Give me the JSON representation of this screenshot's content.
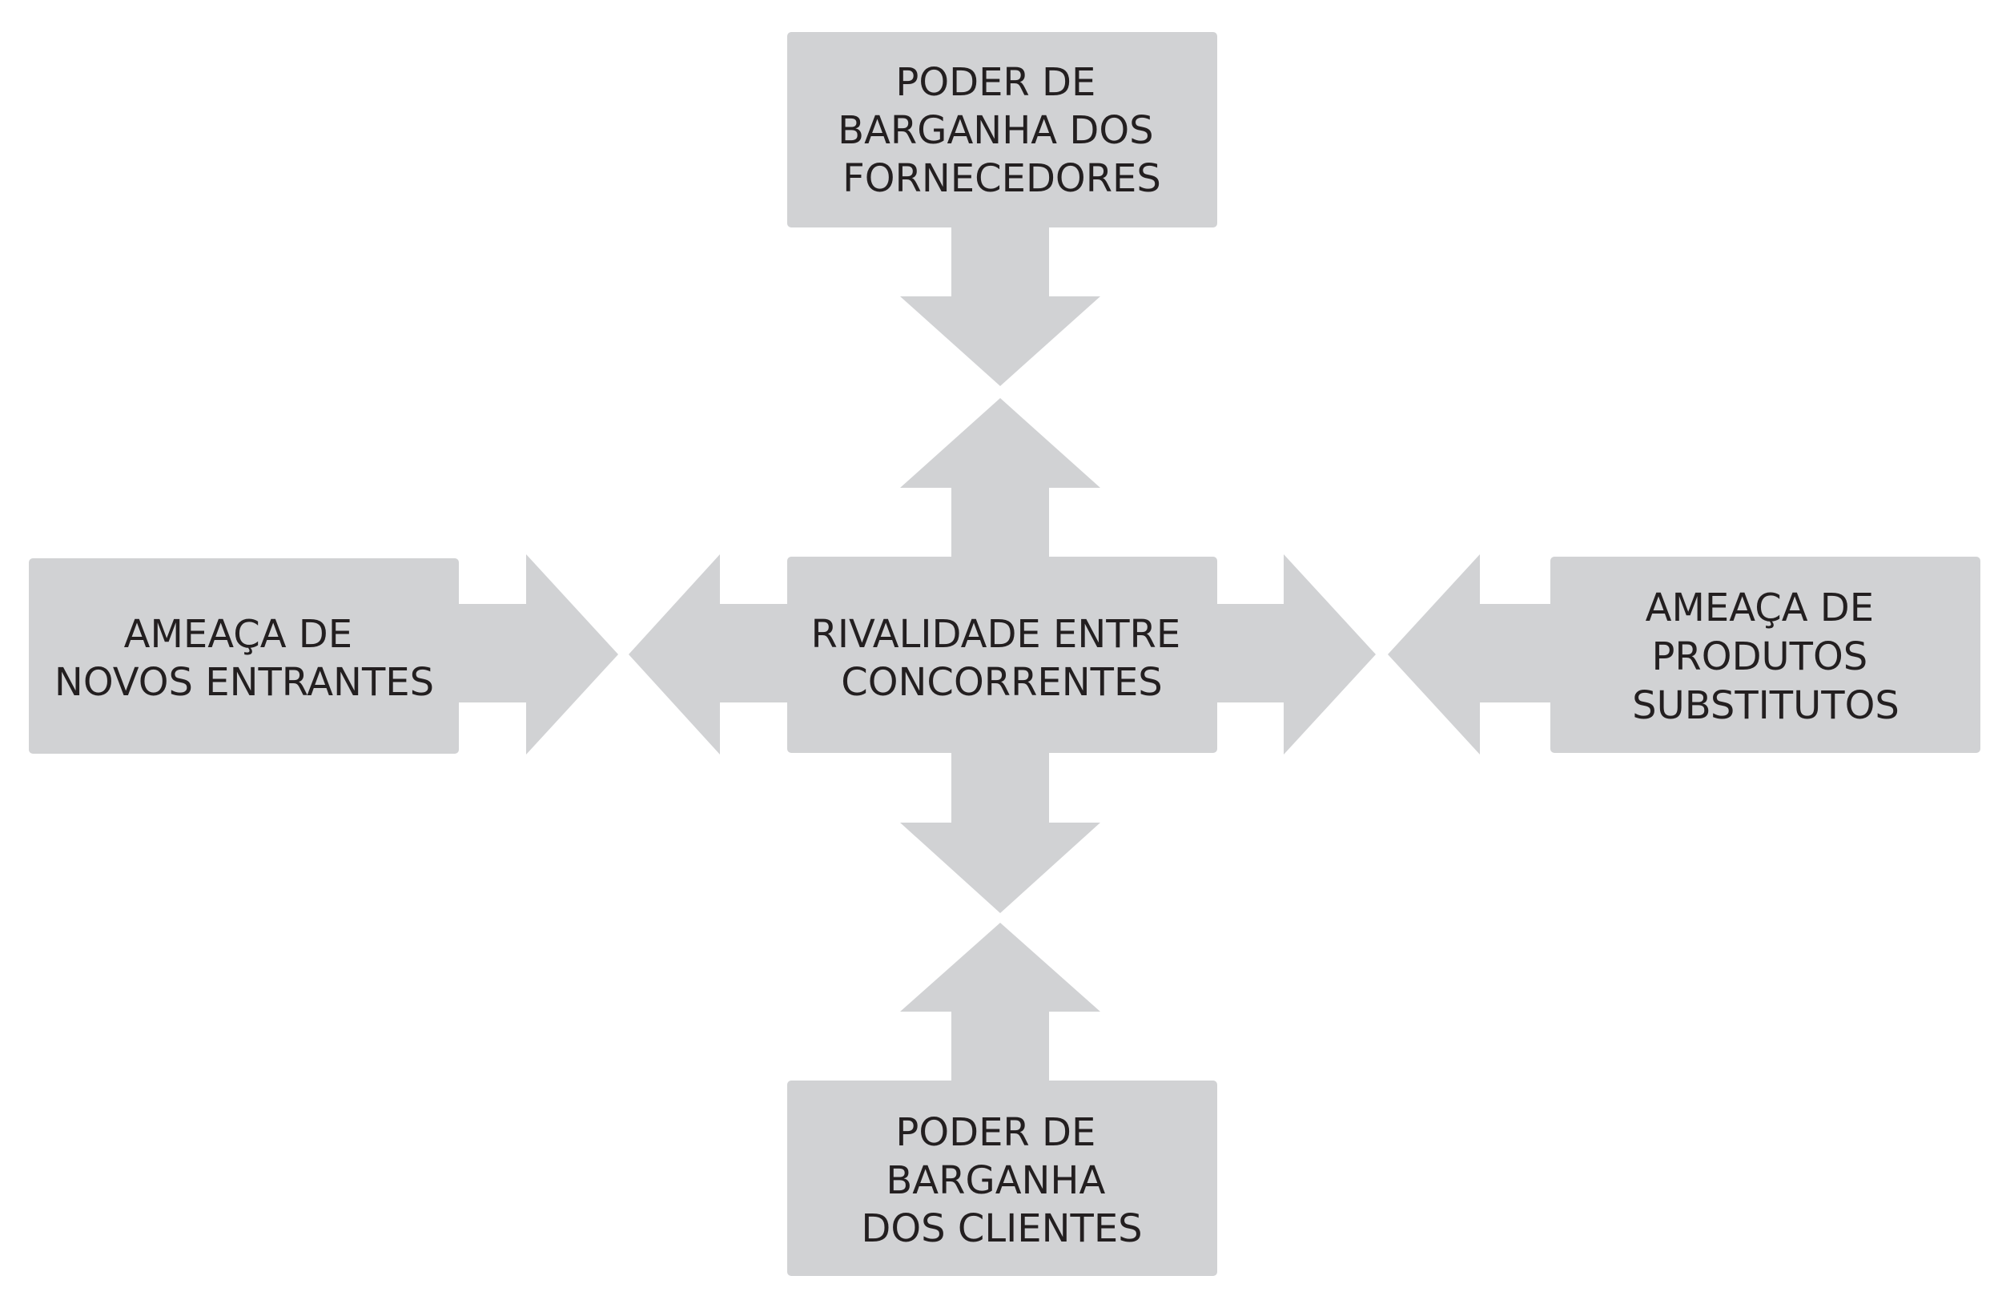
{
  "boxes": {
    "suppliers": {
      "lines": [
        "PODER DE",
        "BARGANHA DOS",
        "FORNECEDORES"
      ]
    },
    "new_entrants": {
      "lines": [
        "AMEAÇA DE",
        "NOVOS ENTRANTES"
      ]
    },
    "rivalry": {
      "lines": [
        "RIVALIDADE ENTRE",
        "CONCORRENTES"
      ]
    },
    "substitutes": {
      "lines": [
        "AMEAÇA DE",
        "PRODUTOS",
        "SUBSTITUTOS"
      ]
    },
    "clients": {
      "lines": [
        "PODER DE",
        "BARGANHA",
        "DOS CLIENTES"
      ]
    }
  },
  "colors": {
    "box_fill": "#d1d2d4",
    "text": "#231f20",
    "background": "#ffffff"
  }
}
